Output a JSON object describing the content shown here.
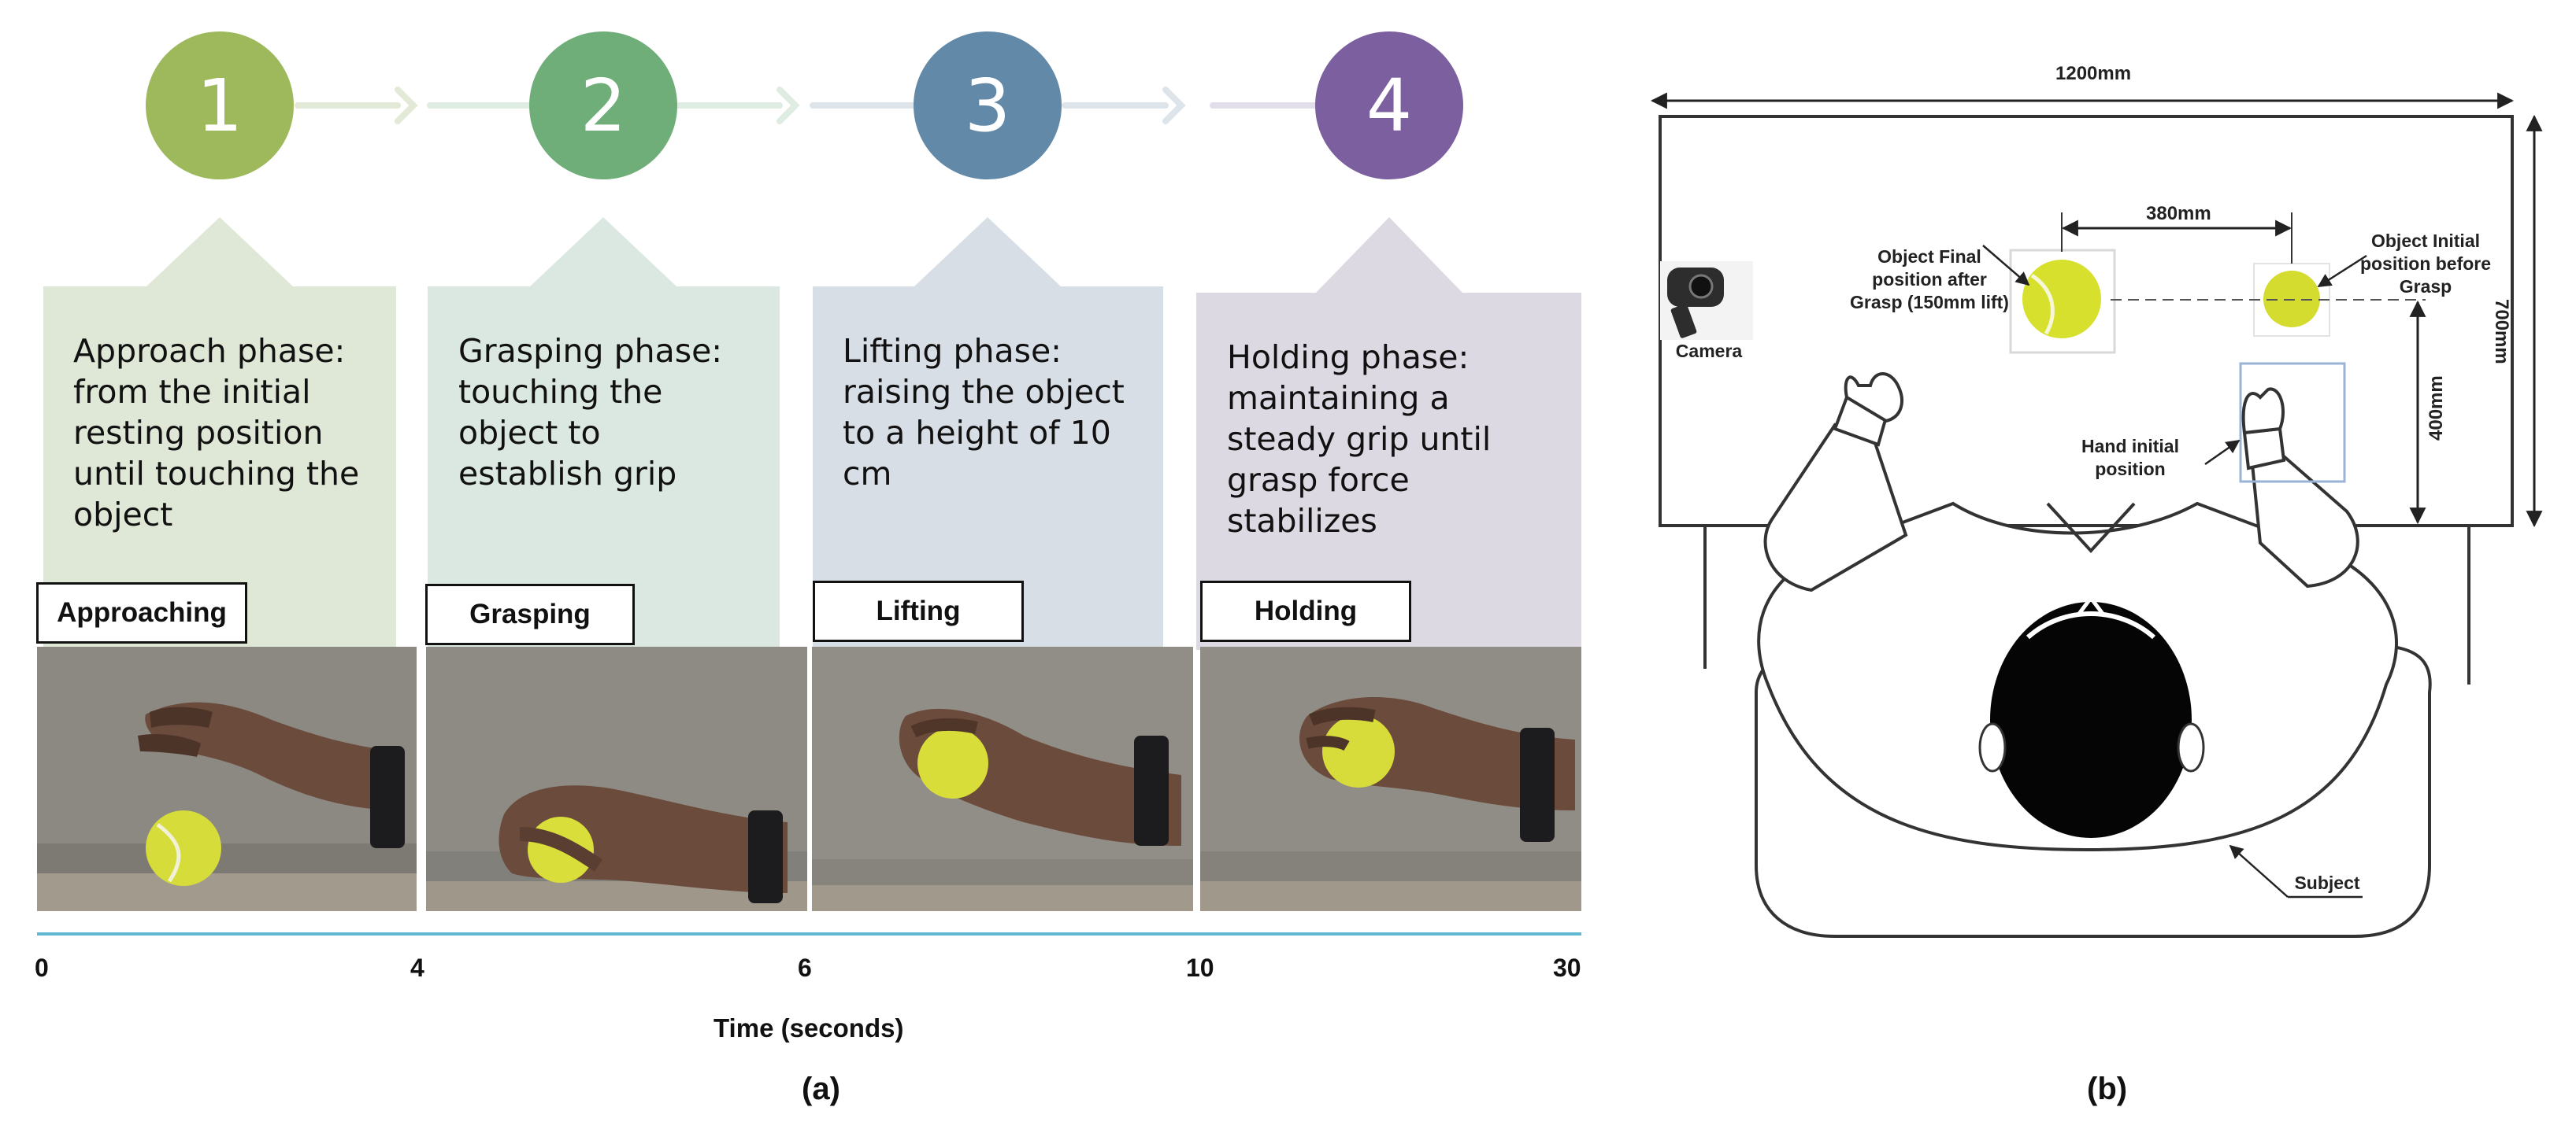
{
  "panel_a": {
    "steps": [
      {
        "number": "1",
        "color": "#9eb95c",
        "title": "Approaching",
        "description": "Approach phase:\nfrom the initial\nresting position\nuntil touching the\nobject"
      },
      {
        "number": "2",
        "color": "#6fae79",
        "title": "Grasping",
        "description": "Grasping phase:\ntouching the\nobject to\nestablish grip"
      },
      {
        "number": "3",
        "color": "#6289a8",
        "title": "Lifting",
        "description": "Lifting phase:\nraising the object\nto a height of 10\ncm"
      },
      {
        "number": "4",
        "color": "#7b5f9f",
        "title": "Holding",
        "description": "Holding phase:\nmaintaining a\nsteady grip until\ngrasp force\nstabilizes"
      }
    ],
    "card_colors": [
      "#dfe8d7",
      "#dbe7e1",
      "#d8dee6",
      "#dcd9e3"
    ],
    "timeline": {
      "ticks": [
        "0",
        "4",
        "6",
        "10",
        "30"
      ],
      "title": "Time (seconds)"
    },
    "caption": "(a)"
  },
  "panel_b": {
    "width_label": "1200mm",
    "height_label": "700mm",
    "distance_label": "380mm",
    "depth_label": "400mm",
    "camera_label": "Camera",
    "object_final_label": "Object Final\nposition after\nGrasp (150mm lift)",
    "object_initial_label": "Object Initial\nposition before\nGrasp",
    "hand_label": "Hand initial\nposition",
    "subject_label": "Subject",
    "caption": "(b)"
  }
}
